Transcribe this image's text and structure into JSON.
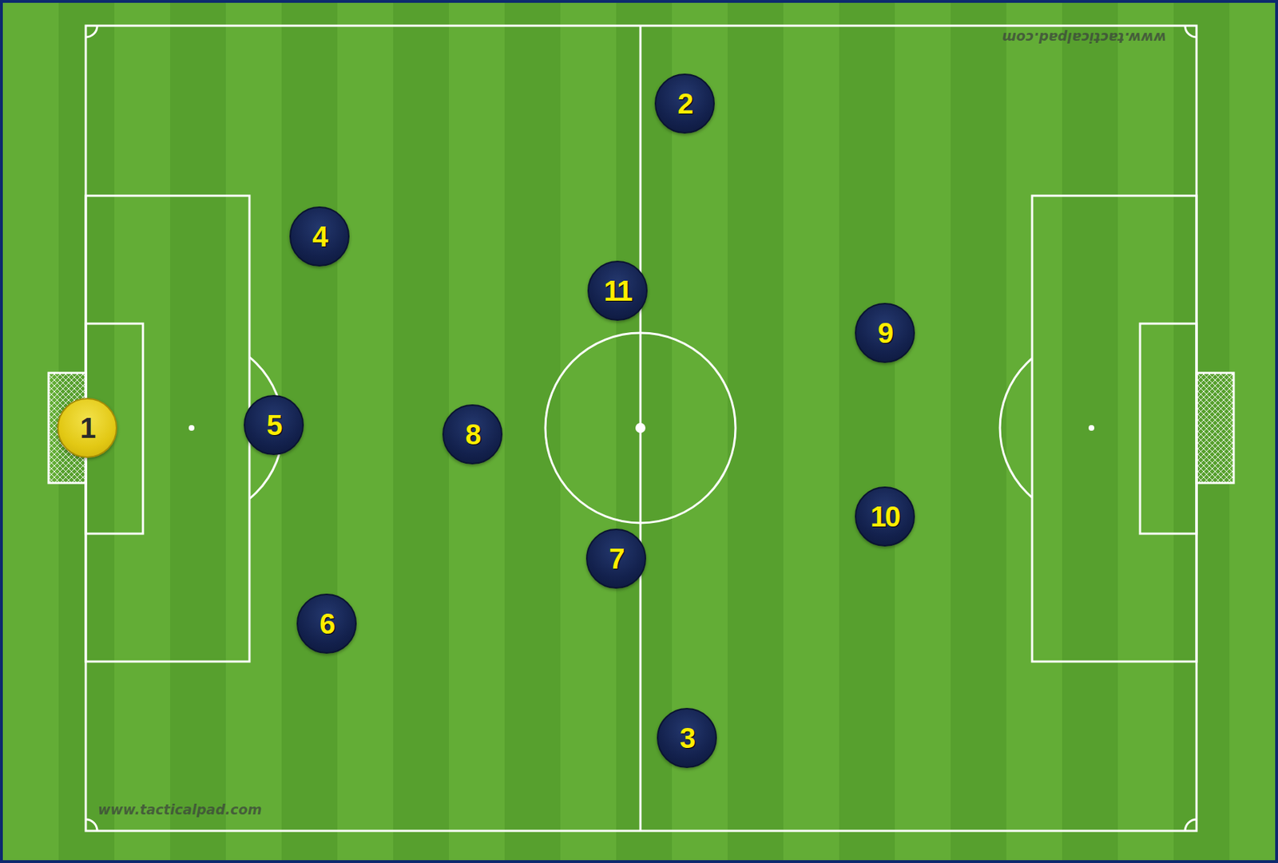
{
  "diagram": {
    "nodes": [
      {
        "text": [
          "1"
        ]
      },
      {
        "text": [
          "2"
        ]
      },
      {
        "text": [
          "3"
        ]
      },
      {
        "text": [
          "4"
        ]
      },
      {
        "text": [
          "5"
        ]
      },
      {
        "text": [
          "6"
        ]
      },
      {
        "text": [
          "7"
        ]
      },
      {
        "text": [
          "8"
        ]
      },
      {
        "text": [
          "9"
        ]
      },
      {
        "text": [
          "10"
        ]
      },
      {
        "text": [
          "11"
        ]
      }
    ],
    "labels": [
      "www.tacticalpad.com",
      "www.tacticalpad.com"
    ]
  }
}
